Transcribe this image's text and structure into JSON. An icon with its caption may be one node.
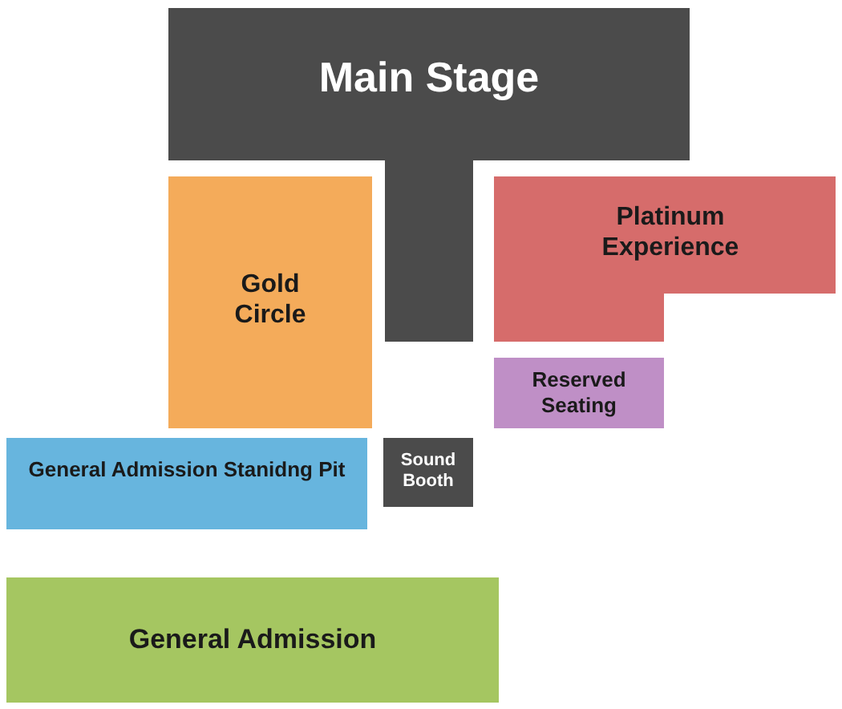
{
  "diagram": {
    "nodes": [
      {
        "text": [
          "Main Stage"
        ]
      },
      {
        "text": [
          "Gold Circle"
        ]
      },
      {
        "text": [
          "Platinum Experience"
        ]
      },
      {
        "text": [
          "Reserved Seating"
        ]
      },
      {
        "text": [
          "General Admission Stanidng Pit"
        ]
      },
      {
        "text": [
          "Sound Booth"
        ]
      },
      {
        "text": [
          "General Admission"
        ]
      }
    ]
  }
}
